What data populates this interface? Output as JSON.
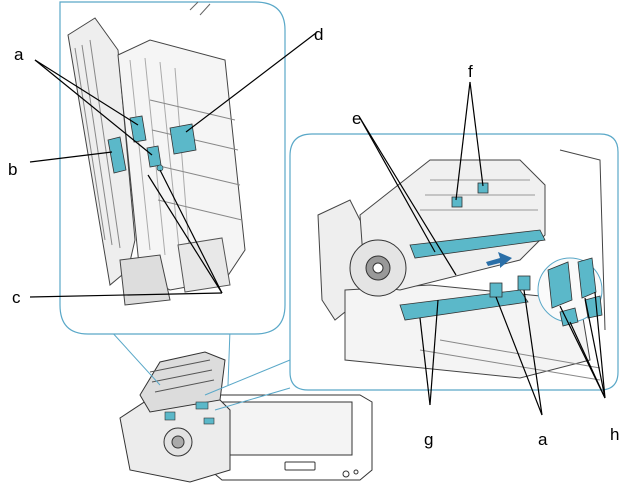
{
  "diagram": {
    "callouts": [
      {
        "id": "a",
        "label": "a"
      },
      {
        "id": "b",
        "label": "b"
      },
      {
        "id": "c",
        "label": "c"
      },
      {
        "id": "d",
        "label": "d"
      },
      {
        "id": "e",
        "label": "e"
      },
      {
        "id": "f",
        "label": "f"
      },
      {
        "id": "g",
        "label": "g"
      },
      {
        "id": "a2",
        "label": "a"
      },
      {
        "id": "h",
        "label": "h"
      }
    ],
    "colors": {
      "highlight": "#5bb8c9",
      "panel_stroke": "#5aa8c8",
      "panel_fill": "#ffffff",
      "line": "#000000",
      "device_gray": "#888888"
    }
  }
}
